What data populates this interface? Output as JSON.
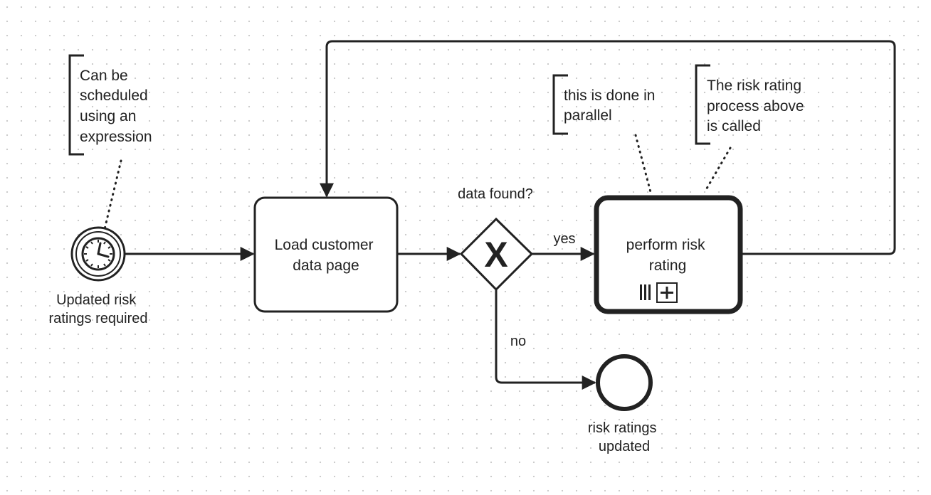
{
  "diagram": {
    "start_event": {
      "label_lines": [
        "Updated risk",
        "ratings required"
      ],
      "icon": "timer-clock-icon"
    },
    "annotation_timer": {
      "lines": [
        "Can be",
        "scheduled",
        "using an",
        "expression"
      ]
    },
    "task_load": {
      "lines": [
        "Load customer",
        "data page"
      ]
    },
    "gateway": {
      "label": "data found?",
      "marker": "X",
      "yes_label": "yes",
      "no_label": "no"
    },
    "subprocess": {
      "lines": [
        "perform risk",
        "rating"
      ],
      "markers": [
        "parallel-multi-instance-icon",
        "collapsed-subprocess-plus-icon"
      ]
    },
    "annotation_parallel": {
      "lines": [
        "this is done in",
        "parallel"
      ]
    },
    "annotation_called": {
      "lines": [
        "The risk rating",
        "process above",
        "is called"
      ]
    },
    "end_event": {
      "label_lines": [
        "risk ratings",
        "updated"
      ]
    }
  },
  "colors": {
    "stroke": "#222222",
    "background": "#ffffff",
    "grid_dot": "#c9c9c9"
  }
}
